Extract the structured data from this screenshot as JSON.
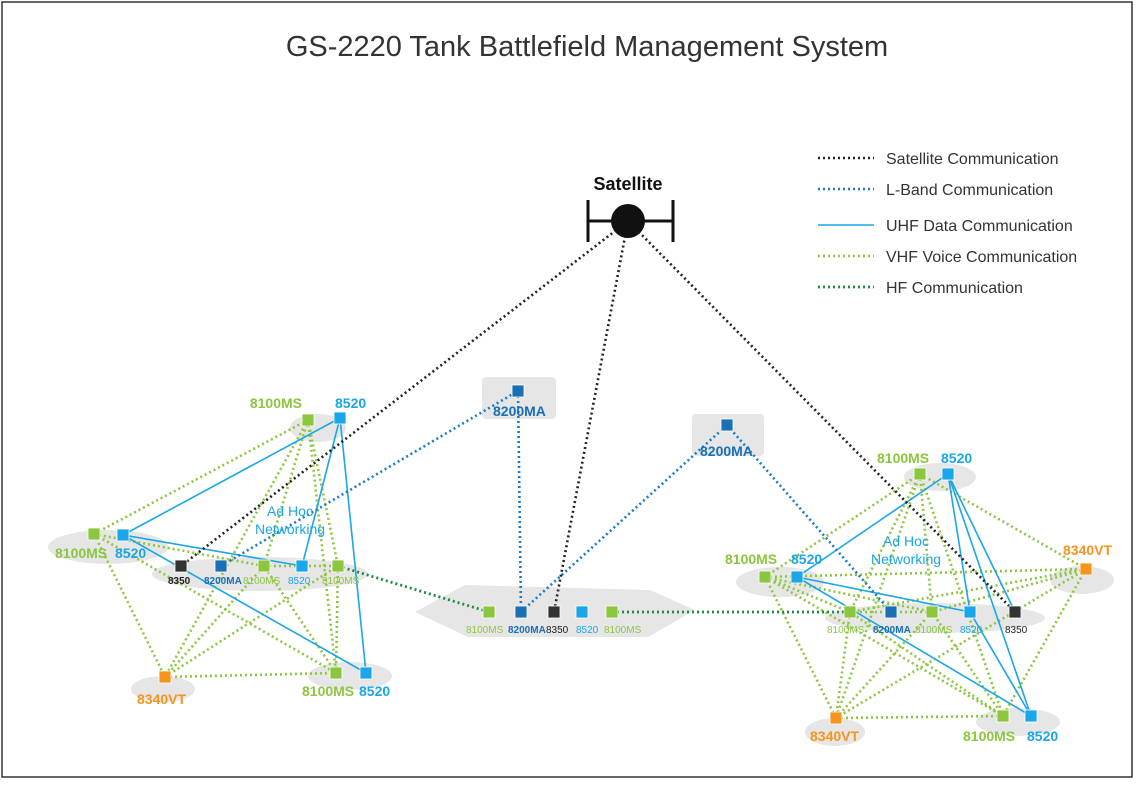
{
  "title": "GS-2220 Tank Battlefield Management System",
  "satellite_label": "Satellite",
  "colors": {
    "satellite": "#222222",
    "lband": "#1a7bc4",
    "uhf": "#1aa6e8",
    "vhf": "#8cc63f",
    "hf": "#1e8a3c",
    "orange": "#f7941d",
    "dark_blue": "#1a6fb5",
    "dark_node": "#333333",
    "cluster_bg": "#e6e6e6"
  },
  "legend": [
    {
      "key": "satellite",
      "label": "Satellite Communication"
    },
    {
      "key": "lband",
      "label": "L-Band Communication"
    },
    {
      "key": "uhf",
      "label": "UHF Data Communication"
    },
    {
      "key": "vhf",
      "label": "VHF Voice Communication"
    },
    {
      "key": "hf",
      "label": "HF Communication"
    }
  ],
  "nodes": [
    {
      "id": "L1",
      "type": "vhf",
      "label": "8100MS"
    },
    {
      "id": "L2",
      "type": "uhf",
      "label": "8520"
    },
    {
      "id": "L3",
      "type": "vhf",
      "label": "8100MS"
    },
    {
      "id": "L4",
      "type": "uhf",
      "label": "8520"
    },
    {
      "id": "L5",
      "type": "dark",
      "label": "8350"
    },
    {
      "id": "L6",
      "type": "dblue",
      "label": "8200MA"
    },
    {
      "id": "L7",
      "type": "vhf",
      "label": "8100MS"
    },
    {
      "id": "L8",
      "type": "uhf",
      "label": "8520"
    },
    {
      "id": "L9",
      "type": "vhf",
      "label": "8100MS"
    },
    {
      "id": "L10",
      "type": "orange",
      "label": "8340VT"
    },
    {
      "id": "L11",
      "type": "vhf",
      "label": "8100MS"
    },
    {
      "id": "L12",
      "type": "uhf",
      "label": "8520"
    },
    {
      "id": "A1",
      "type": "dblue",
      "label": "8200MA"
    },
    {
      "id": "A2",
      "type": "dblue",
      "label": "8200MA"
    },
    {
      "id": "C1",
      "type": "vhf",
      "label": "8100MS"
    },
    {
      "id": "C2",
      "type": "dblue",
      "label": "8200MA"
    },
    {
      "id": "C3",
      "type": "dark",
      "label": "8350"
    },
    {
      "id": "C4",
      "type": "uhf",
      "label": "8520"
    },
    {
      "id": "C5",
      "type": "vhf",
      "label": "8100MS"
    },
    {
      "id": "R1",
      "type": "vhf",
      "label": "8100MS"
    },
    {
      "id": "R2",
      "type": "uhf",
      "label": "8520"
    },
    {
      "id": "R3",
      "type": "vhf",
      "label": "8100MS"
    },
    {
      "id": "R4",
      "type": "uhf",
      "label": "8520"
    },
    {
      "id": "R5",
      "type": "orange",
      "label": "8340VT"
    },
    {
      "id": "R6",
      "type": "vhf",
      "label": "8100MS"
    },
    {
      "id": "R7",
      "type": "dblue",
      "label": "8200MA"
    },
    {
      "id": "R8",
      "type": "vhf",
      "label": "8100MS"
    },
    {
      "id": "R9",
      "type": "uhf",
      "label": "8520"
    },
    {
      "id": "R10",
      "type": "dark",
      "label": "8350"
    },
    {
      "id": "R11",
      "type": "orange",
      "label": "8340VT"
    },
    {
      "id": "R12",
      "type": "vhf",
      "label": "8100MS"
    },
    {
      "id": "R13",
      "type": "uhf",
      "label": "8520"
    }
  ],
  "links": [
    {
      "type": "satellite",
      "from": "SAT",
      "to": "L5"
    },
    {
      "type": "satellite",
      "from": "SAT",
      "to": "C3"
    },
    {
      "type": "satellite",
      "from": "SAT",
      "to": "R10"
    },
    {
      "type": "lband",
      "from": "L6",
      "to": "A1"
    },
    {
      "type": "lband",
      "from": "A1",
      "to": "C2"
    },
    {
      "type": "lband",
      "from": "C2",
      "to": "A2"
    },
    {
      "type": "lband",
      "from": "A2",
      "to": "R7"
    },
    {
      "type": "hf",
      "from": "L9",
      "to": "C1"
    },
    {
      "type": "hf",
      "from": "C5",
      "to": "R6"
    },
    {
      "type": "uhf",
      "from": "L4",
      "to": "L2"
    },
    {
      "type": "uhf",
      "from": "L2",
      "to": "L12"
    },
    {
      "type": "uhf",
      "from": "L4",
      "to": "L12"
    },
    {
      "type": "uhf",
      "from": "L2",
      "to": "L8"
    },
    {
      "type": "uhf",
      "from": "L4",
      "to": "L8"
    },
    {
      "type": "uhf",
      "from": "R2",
      "to": "R4"
    },
    {
      "type": "uhf",
      "from": "R2",
      "to": "R9"
    },
    {
      "type": "uhf",
      "from": "R2",
      "to": "R13"
    },
    {
      "type": "uhf",
      "from": "R4",
      "to": "R13"
    },
    {
      "type": "uhf",
      "from": "R4",
      "to": "R9"
    },
    {
      "type": "uhf",
      "from": "R9",
      "to": "R13"
    },
    {
      "type": "uhf",
      "from": "R2",
      "to": "R10"
    },
    {
      "type": "vhf",
      "from": "L1",
      "to": "L3"
    },
    {
      "type": "vhf",
      "from": "L1",
      "to": "L7"
    },
    {
      "type": "vhf",
      "from": "L1",
      "to": "L11"
    },
    {
      "type": "vhf",
      "from": "L1",
      "to": "L10"
    },
    {
      "type": "vhf",
      "from": "L1",
      "to": "L9"
    },
    {
      "type": "vhf",
      "from": "L3",
      "to": "L10"
    },
    {
      "type": "vhf",
      "from": "L3",
      "to": "L11"
    },
    {
      "type": "vhf",
      "from": "L3",
      "to": "L7"
    },
    {
      "type": "vhf",
      "from": "L10",
      "to": "L11"
    },
    {
      "type": "vhf",
      "from": "L10",
      "to": "L7"
    },
    {
      "type": "vhf",
      "from": "L10",
      "to": "L9"
    },
    {
      "type": "vhf",
      "from": "L11",
      "to": "L7"
    },
    {
      "type": "vhf",
      "from": "L7",
      "to": "L9"
    },
    {
      "type": "vhf",
      "from": "L9",
      "to": "L11"
    },
    {
      "type": "vhf",
      "from": "R1",
      "to": "R3"
    },
    {
      "type": "vhf",
      "from": "R1",
      "to": "R5"
    },
    {
      "type": "vhf",
      "from": "R1",
      "to": "R11"
    },
    {
      "type": "vhf",
      "from": "R1",
      "to": "R12"
    },
    {
      "type": "vhf",
      "from": "R1",
      "to": "R8"
    },
    {
      "type": "vhf",
      "from": "R1",
      "to": "R6"
    },
    {
      "type": "vhf",
      "from": "R3",
      "to": "R5"
    },
    {
      "type": "vhf",
      "from": "R3",
      "to": "R11"
    },
    {
      "type": "vhf",
      "from": "R3",
      "to": "R12"
    },
    {
      "type": "vhf",
      "from": "R3",
      "to": "R8"
    },
    {
      "type": "vhf",
      "from": "R3",
      "to": "R6"
    },
    {
      "type": "vhf",
      "from": "R5",
      "to": "R11"
    },
    {
      "type": "vhf",
      "from": "R5",
      "to": "R12"
    },
    {
      "type": "vhf",
      "from": "R5",
      "to": "R8"
    },
    {
      "type": "vhf",
      "from": "R5",
      "to": "R6"
    },
    {
      "type": "vhf",
      "from": "R11",
      "to": "R12"
    },
    {
      "type": "vhf",
      "from": "R11",
      "to": "R6"
    },
    {
      "type": "vhf",
      "from": "R11",
      "to": "R8"
    },
    {
      "type": "vhf",
      "from": "R12",
      "to": "R6"
    },
    {
      "type": "vhf",
      "from": "R12",
      "to": "R8"
    },
    {
      "type": "vhf",
      "from": "R6",
      "to": "R8"
    }
  ],
  "clusters": [
    {
      "labels": [
        "Ad Hoc",
        "Networking"
      ],
      "color_key": "uhf"
    },
    {
      "labels": [
        "Ad Hoc",
        "Networking"
      ],
      "color_key": "uhf"
    }
  ]
}
